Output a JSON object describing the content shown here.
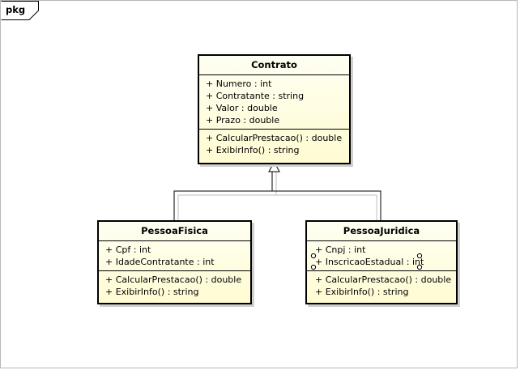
{
  "package": {
    "label": "pkg"
  },
  "classes": {
    "contrato": {
      "name": "Contrato",
      "attributes": [
        "+ Numero : int",
        "+ Contratante : string",
        "+ Valor : double",
        "+ Prazo : double"
      ],
      "operations": [
        "+ CalcularPrestacao() : double",
        "+ ExibirInfo() : string"
      ]
    },
    "pessoa_fisica": {
      "name": "PessoaFisica",
      "attributes": [
        "+ Cpf : int",
        "+ IdadeContratante : int"
      ],
      "operations": [
        "+ CalcularPrestacao() : double",
        "+ ExibirInfo() : string"
      ]
    },
    "pessoa_juridica": {
      "name": "PessoaJuridica",
      "attributes": [
        "+ Cnpj : int",
        "+ InscricaoEstadual : int"
      ],
      "operations": [
        "+ CalcularPrestacao() : double",
        "+ ExibirInfo() : string"
      ]
    }
  },
  "relationships": [
    {
      "type": "generalization",
      "from": "PessoaFisica",
      "to": "Contrato"
    },
    {
      "type": "generalization",
      "from": "PessoaJuridica",
      "to": "Contrato"
    }
  ],
  "colors": {
    "class_fill_top": "#fffff2",
    "class_fill_bottom": "#fffbd2",
    "border": "#000000",
    "shadow": "#cfcfcf"
  }
}
